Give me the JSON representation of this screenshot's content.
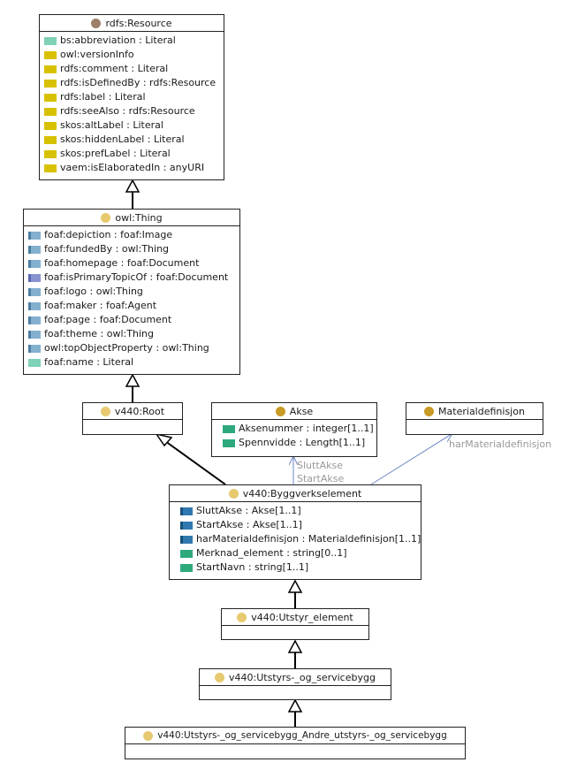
{
  "colors": {
    "dot_resource": "#9c7f6a",
    "dot_class": "#e7c970",
    "dot_instance": "#c99a25",
    "edge": "#000000",
    "assoc_edge": "#6f86c6"
  },
  "classes": {
    "rdfs_resource": {
      "title": "rdfs:Resource",
      "attributes": [
        {
          "text": "bs:abbreviation : Literal",
          "icon": "teal"
        },
        {
          "text": "owl:versionInfo",
          "icon": "yellow"
        },
        {
          "text": "rdfs:comment : Literal",
          "icon": "yellow"
        },
        {
          "text": "rdfs:isDefinedBy : rdfs:Resource",
          "icon": "yellow"
        },
        {
          "text": "rdfs:label : Literal",
          "icon": "yellow"
        },
        {
          "text": "rdfs:seeAlso : rdfs:Resource",
          "icon": "yellow"
        },
        {
          "text": "skos:altLabel : Literal",
          "icon": "yellow"
        },
        {
          "text": "skos:hiddenLabel : Literal",
          "icon": "yellow"
        },
        {
          "text": "skos:prefLabel : Literal",
          "icon": "yellow"
        },
        {
          "text": "vaem:isElaboratedIn : anyURI",
          "icon": "yellow"
        }
      ]
    },
    "owl_thing": {
      "title": "owl:Thing",
      "attributes": [
        {
          "text": "foaf:depiction : foaf:Image",
          "icon": "lightblue"
        },
        {
          "text": "foaf:fundedBy : owl:Thing",
          "icon": "lightblue"
        },
        {
          "text": "foaf:homepage : foaf:Document",
          "icon": "lightblue"
        },
        {
          "text": "foaf:isPrimaryTopicOf : foaf:Document",
          "icon": "purple"
        },
        {
          "text": "foaf:logo : owl:Thing",
          "icon": "lightblue"
        },
        {
          "text": "foaf:maker : foaf:Agent",
          "icon": "lightblue"
        },
        {
          "text": "foaf:page : foaf:Document",
          "icon": "lightblue"
        },
        {
          "text": "foaf:theme : owl:Thing",
          "icon": "lightblue"
        },
        {
          "text": "owl:topObjectProperty : owl:Thing",
          "icon": "lightblue"
        },
        {
          "text": "foaf:name : Literal",
          "icon": "teal"
        }
      ]
    },
    "v440_root": {
      "title": "v440:Root",
      "attributes": []
    },
    "akse": {
      "title": "Akse",
      "attributes": [
        {
          "text": "Aksenummer : integer[1..1]",
          "icon": "green"
        },
        {
          "text": "Spennvidde : Length[1..1]",
          "icon": "green"
        }
      ]
    },
    "materialdefinisjon": {
      "title": "Materialdefinisjon",
      "attributes": []
    },
    "byggverkselement": {
      "title": "v440:Byggverkselement",
      "attributes": [
        {
          "text": "SluttAkse : Akse[1..1]",
          "icon": "blue"
        },
        {
          "text": "StartAkse : Akse[1..1]",
          "icon": "blue"
        },
        {
          "text": "harMaterialdefinisjon : Materialdefinisjon[1..1]",
          "icon": "blue"
        },
        {
          "text": "Merknad_element : string[0..1]",
          "icon": "green"
        },
        {
          "text": "StartNavn : string[1..1]",
          "icon": "green"
        }
      ]
    },
    "utstyr_element": {
      "title": "v440:Utstyr_element",
      "attributes": []
    },
    "utstyrs_og_servicebygg": {
      "title": "v440:Utstyrs-_og_servicebygg",
      "attributes": []
    },
    "utstyrs_andre": {
      "title": "v440:Utstyrs-_og_servicebygg_Andre_utstyrs-_og_servicebygg",
      "attributes": []
    }
  },
  "edge_labels": {
    "slutt_akse": "SluttAkse",
    "start_akse": "StartAkse",
    "har_materialdefinisjon": "harMaterialdefinisjon"
  }
}
